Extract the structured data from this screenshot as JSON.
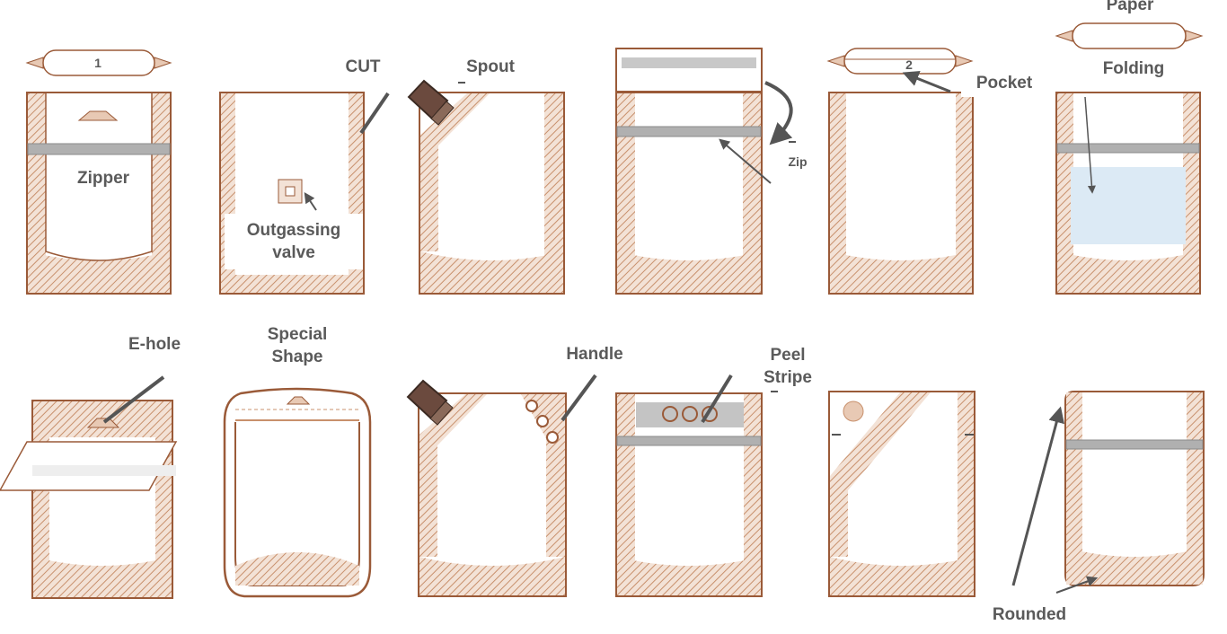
{
  "colors": {
    "outline": "#9a5a38",
    "hatch": "#c8906c",
    "gusset_fill": "#e8c9b4",
    "zipper": "#9a9a9a",
    "arrow": "#555555",
    "label": "#5a5a5a",
    "window": "#dceaf5",
    "peel": "#c4c4c4",
    "spout": "#6b4a3e"
  },
  "labels": {
    "zipper": "Zipper",
    "cut": "CUT",
    "outgassing_valve": "Outgassing\nvalve",
    "spout": "Spout",
    "zip": "Zip",
    "pocket": "Pocket",
    "paper": "Paper",
    "folding": "Folding",
    "e_hole": "E-hole",
    "special_shape": "Special\nShape",
    "handle": "Handle",
    "peel_stripe": "Peel\nStripe",
    "rounded": "Rounded"
  },
  "icons": {
    "tape_marker_1": "1",
    "tape_marker_2": "2"
  }
}
